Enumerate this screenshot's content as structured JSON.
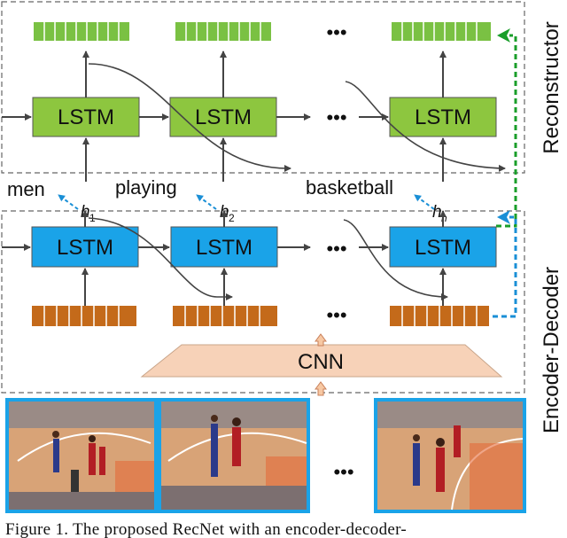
{
  "decoder": {
    "lstm_label": "LSTM",
    "words": [
      "men",
      "playing",
      "basketball"
    ],
    "hidden": [
      "h",
      "h",
      "h"
    ],
    "hidden_sub": [
      "1",
      "2",
      "n"
    ],
    "dots": "•••"
  },
  "reconstructor": {
    "lstm_label": "LSTM",
    "side_label": "Reconstructor",
    "dots": "•••"
  },
  "encoder_decoder": {
    "side_label": "Encoder-Decoder"
  },
  "encoder": {
    "cnn_label": "CNN",
    "dots": "•••"
  },
  "frames": {
    "dots": "•••"
  },
  "caption": "Figure 1. The proposed RecNet with an encoder-decoder-",
  "colors": {
    "recon_box": "#8dc63f",
    "recon_feat": "#7ac143",
    "decoder_box": "#1aa3e8",
    "encoder_feat": "#c46a1a",
    "cnn_fill": "#f7d2b8",
    "green_arrow": "#1a9e2a",
    "blue_arrow": "#1a8fd6"
  }
}
